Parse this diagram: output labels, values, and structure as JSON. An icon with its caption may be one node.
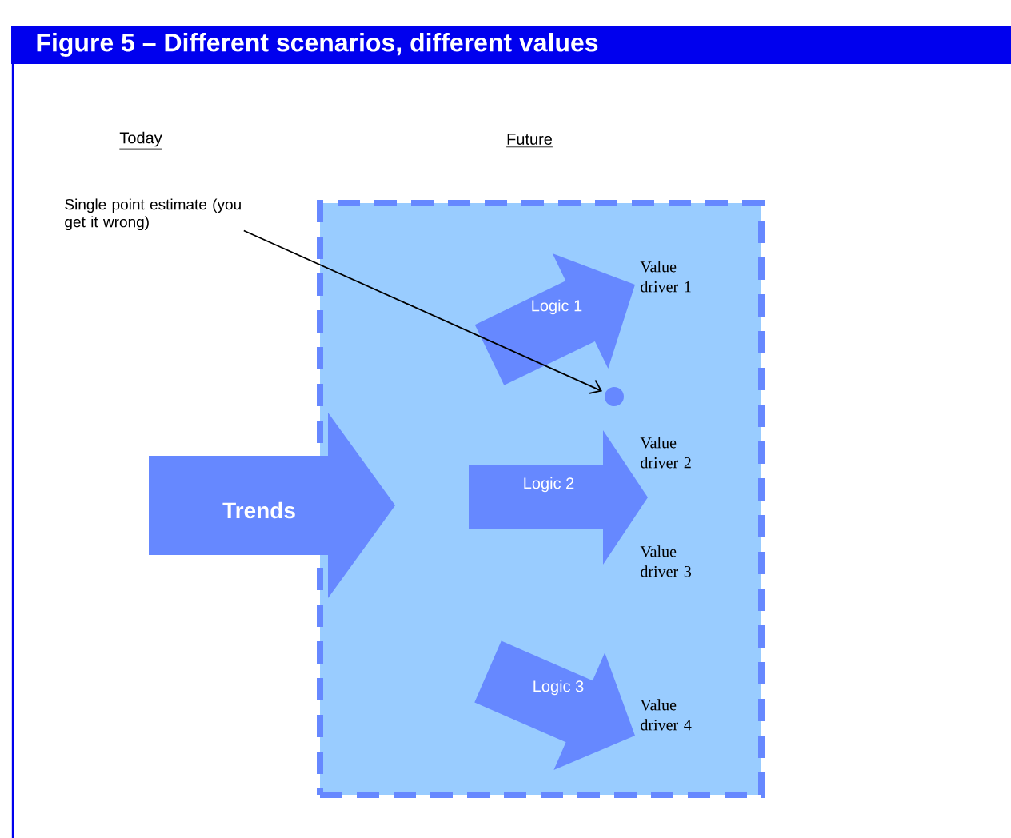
{
  "diagram": {
    "title": "Figure 5 – Different scenarios, different values",
    "nodes": [
      {
        "text": [],
        "shape": "box"
      },
      {
        "text": [
          "Trends"
        ]
      },
      {
        "text": [
          "Logic 1"
        ],
        "in": 0
      },
      {
        "text": [
          "Logic 2"
        ],
        "in": 0
      },
      {
        "text": [
          "Logic 3"
        ],
        "in": 0
      },
      {
        "text": [
          "Single point estimate (you get it wrong)"
        ]
      },
      {
        "text": [],
        "shape": "circle",
        "in": 0
      }
    ],
    "edges": [
      {
        "from": 5,
        "to": 6,
        "arrow": "to"
      }
    ],
    "labels": [
      "Today",
      "Future",
      "Value driver 1",
      "Value driver 2",
      "Value driver 3",
      "Value driver 4"
    ]
  }
}
